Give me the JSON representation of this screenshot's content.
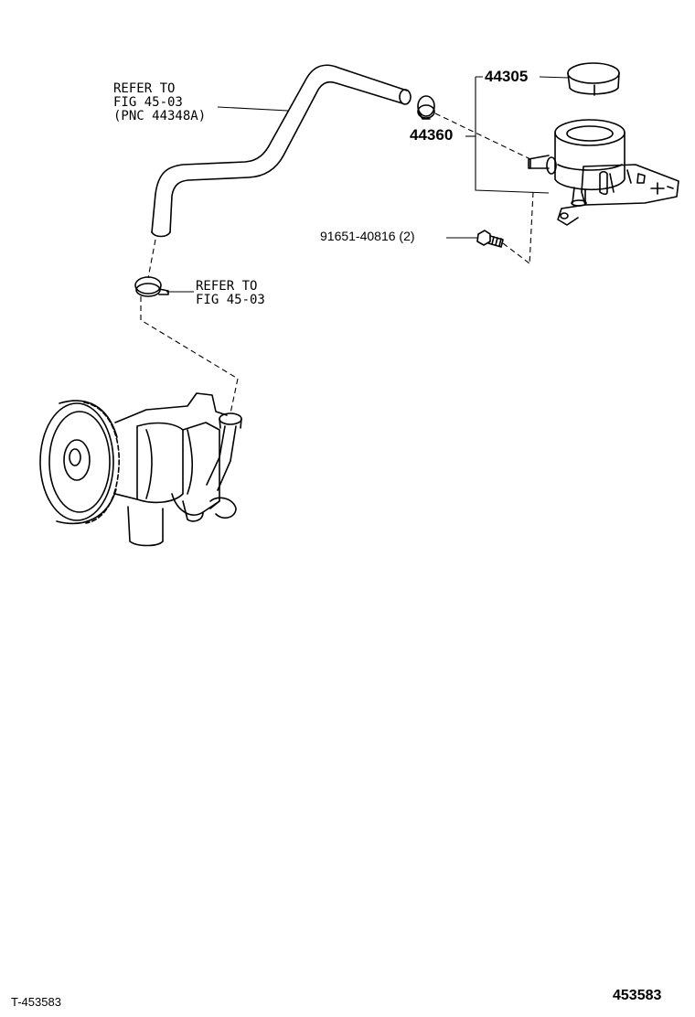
{
  "callouts": {
    "hose_ref": {
      "line1": "REFER TO",
      "line2": "FIG 45-03",
      "line3": "(PNC 44348A)"
    },
    "clamp_ref": {
      "line1": "REFER TO",
      "line2": "FIG 45-03"
    }
  },
  "parts": {
    "cap": "44305",
    "reservoir": "44360",
    "bolt": "91651-40816 (2)"
  },
  "footer": {
    "illustration_id": "T-453583",
    "figure_number": "453583"
  }
}
